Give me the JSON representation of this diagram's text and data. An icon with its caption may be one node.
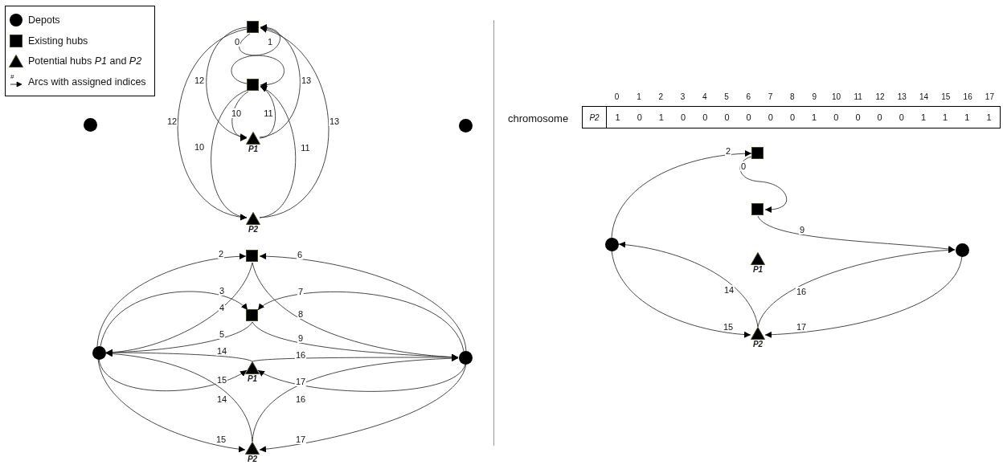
{
  "diagram": {
    "nodes": [
      {
        "text": [],
        "shape": "box"
      },
      {
        "text": [],
        "shape": "box"
      },
      {
        "text": [],
        "shape": "circle"
      },
      {
        "text": [],
        "shape": "circle"
      },
      {
        "text": [
          "P1"
        ]
      },
      {
        "text": [
          "P2"
        ]
      },
      {
        "text": [],
        "shape": "box"
      },
      {
        "text": [],
        "shape": "box"
      },
      {
        "text": [],
        "shape": "circle"
      },
      {
        "text": [],
        "shape": "circle"
      },
      {
        "text": [
          "P1"
        ]
      },
      {
        "text": [
          "P2"
        ]
      },
      {
        "text": [],
        "shape": "box"
      },
      {
        "text": [],
        "shape": "box"
      },
      {
        "text": [],
        "shape": "circle"
      },
      {
        "text": [],
        "shape": "circle"
      },
      {
        "text": [
          "P1"
        ]
      },
      {
        "text": [
          "P2"
        ]
      }
    ],
    "edges": [
      {
        "from": 0,
        "to": 1,
        "arrow": "to",
        "label": "0"
      },
      {
        "from": 1,
        "to": 0,
        "arrow": "to",
        "label": "1"
      },
      {
        "from": 1,
        "to": 4,
        "arrow": "to",
        "label": "10"
      },
      {
        "from": 4,
        "to": 1,
        "arrow": "to",
        "label": "11"
      },
      {
        "from": 0,
        "to": 4,
        "arrow": "to",
        "label": "12"
      },
      {
        "from": 4,
        "to": 0,
        "arrow": "to",
        "label": "13"
      },
      {
        "from": 1,
        "to": 5,
        "arrow": "to",
        "label": "10"
      },
      {
        "from": 5,
        "to": 1,
        "arrow": "to",
        "label": "11"
      },
      {
        "from": 0,
        "to": 5,
        "arrow": "to",
        "label": "12"
      },
      {
        "from": 5,
        "to": 0,
        "arrow": "to",
        "label": "13"
      },
      {
        "from": 8,
        "to": 6,
        "arrow": "to",
        "label": "2"
      },
      {
        "from": 8,
        "to": 7,
        "arrow": "to",
        "label": "3"
      },
      {
        "from": 6,
        "to": 8,
        "arrow": "to",
        "label": "4"
      },
      {
        "from": 7,
        "to": 8,
        "arrow": "to",
        "label": "5"
      },
      {
        "from": 9,
        "to": 6,
        "arrow": "to",
        "label": "6"
      },
      {
        "from": 9,
        "to": 7,
        "arrow": "to",
        "label": "7"
      },
      {
        "from": 6,
        "to": 9,
        "arrow": "to",
        "label": "8"
      },
      {
        "from": 7,
        "to": 9,
        "arrow": "to",
        "label": "9"
      },
      {
        "from": 10,
        "to": 8,
        "arrow": "to",
        "label": "14"
      },
      {
        "from": 10,
        "to": 9,
        "arrow": "to",
        "label": "16"
      },
      {
        "from": 8,
        "to": 10,
        "arrow": "to",
        "label": "15"
      },
      {
        "from": 9,
        "to": 10,
        "arrow": "to",
        "label": "17"
      },
      {
        "from": 11,
        "to": 8,
        "arrow": "to",
        "label": "14"
      },
      {
        "from": 11,
        "to": 9,
        "arrow": "to",
        "label": "16"
      },
      {
        "from": 8,
        "to": 11,
        "arrow": "to",
        "label": "15"
      },
      {
        "from": 9,
        "to": 11,
        "arrow": "to",
        "label": "17"
      },
      {
        "from": 14,
        "to": 12,
        "arrow": "to",
        "label": "2"
      },
      {
        "from": 12,
        "to": 13,
        "arrow": "to",
        "label": "0"
      },
      {
        "from": 13,
        "to": 15,
        "arrow": "to",
        "label": "9"
      },
      {
        "from": 17,
        "to": 14,
        "arrow": "to",
        "label": "14"
      },
      {
        "from": 17,
        "to": 15,
        "arrow": "to",
        "label": "16"
      },
      {
        "from": 14,
        "to": 17,
        "arrow": "to",
        "label": "15"
      },
      {
        "from": 15,
        "to": 17,
        "arrow": "to",
        "label": "17"
      }
    ],
    "labels": [
      "#",
      "0",
      "1",
      "2",
      "3",
      "4",
      "5",
      "6",
      "7",
      "8",
      "9",
      "10",
      "11",
      "12",
      "13",
      "14",
      "15",
      "16",
      "17",
      "chromosome",
      "P2",
      "1",
      "0",
      "1",
      "0",
      "0",
      "0",
      "0",
      "0",
      "0",
      "1",
      "0",
      "0",
      "0",
      "0",
      "1",
      "1",
      "1",
      "1"
    ],
    "legend": [
      {
        "text": "Depots"
      },
      {
        "text": "Existing hubs"
      },
      {
        "text": "Potential hubs *P1* and *P2*"
      },
      {
        "text": "Arcs with assigned indices"
      }
    ]
  }
}
